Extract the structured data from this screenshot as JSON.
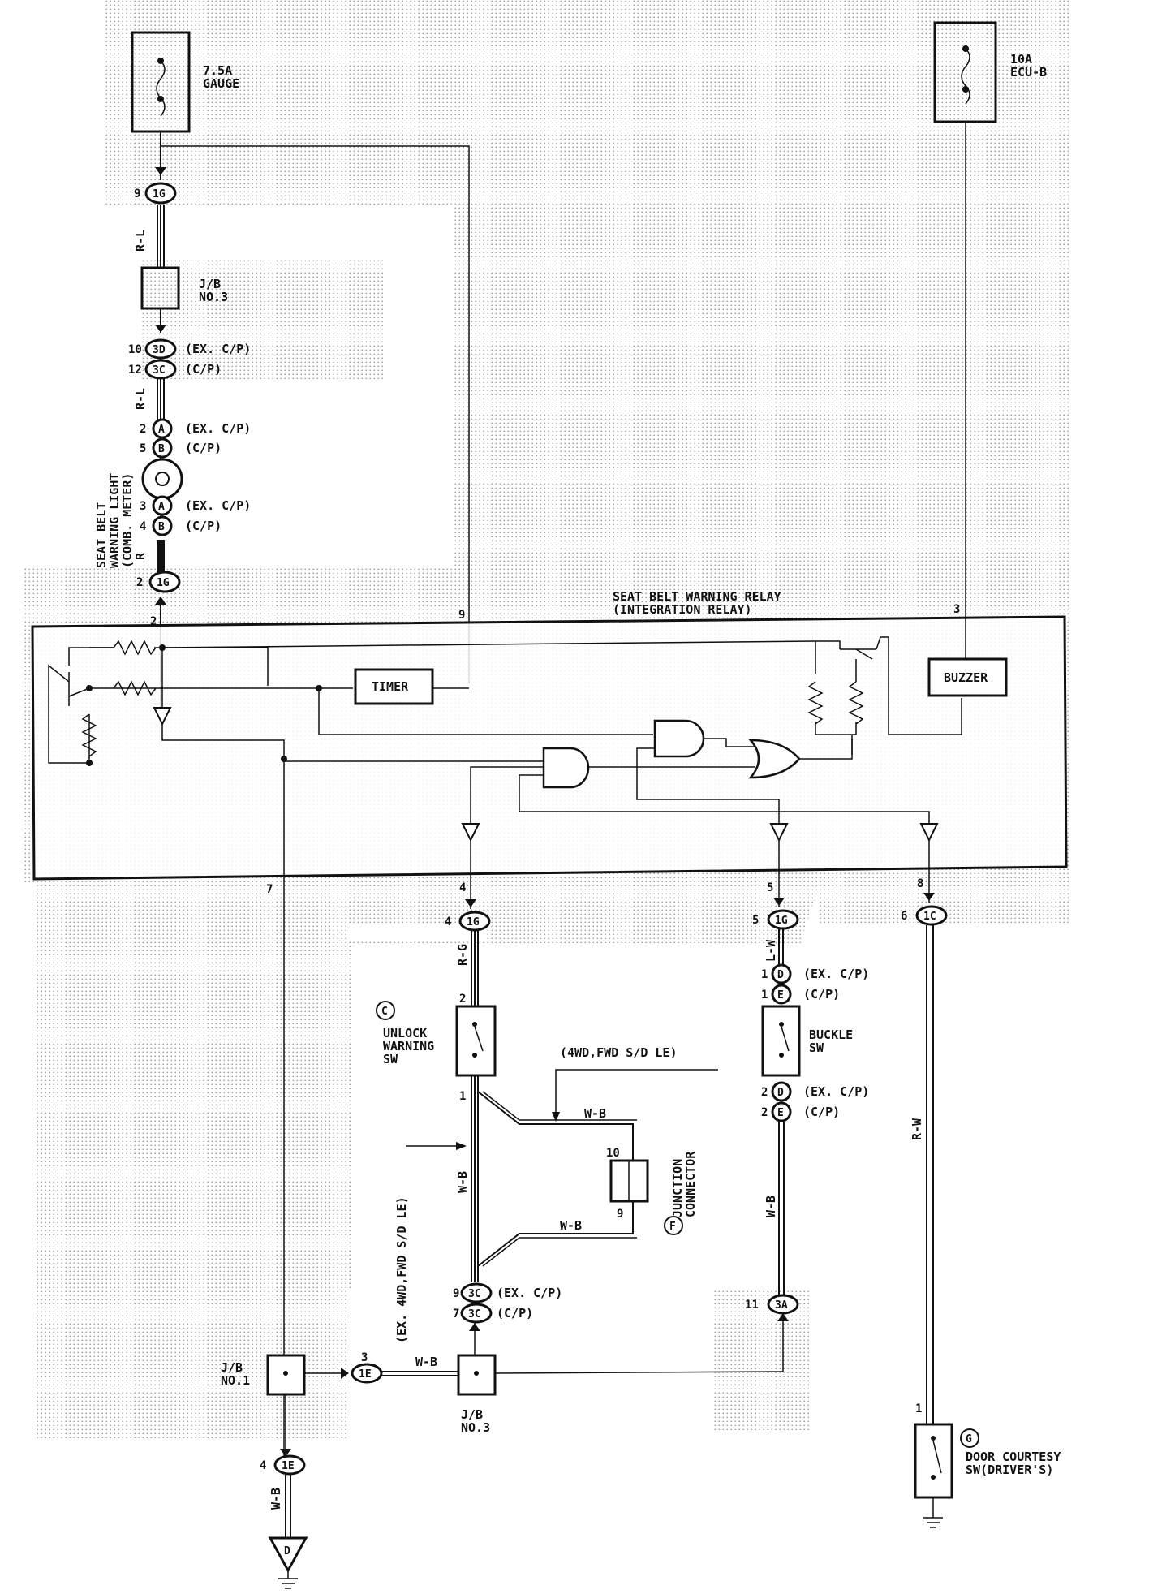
{
  "fuses": {
    "left": {
      "amp": "7.5A",
      "name": "GAUGE"
    },
    "right": {
      "amp": "10A",
      "name": "ECU-B"
    }
  },
  "relay": {
    "title": "SEAT BELT WARNING RELAY",
    "subtitle": "(INTEGRATION RELAY)",
    "timer": "TIMER",
    "buzzer": "BUZZER",
    "pins": {
      "p2": "2",
      "p9": "9",
      "p3": "3",
      "p4": "4",
      "p5": "5",
      "p7": "7",
      "p8": "8"
    }
  },
  "connectors": {
    "c1g_top": {
      "pin": "9",
      "code": "1G"
    },
    "jb3_top": "J/B\nNO.3",
    "c3d": {
      "pin": "10",
      "code": "3D",
      "note": "(EX. C/P)"
    },
    "c3c": {
      "pin": "12",
      "code": "3C",
      "note": "(C/P)"
    },
    "meter_a_top": {
      "pin": "2",
      "code": "A",
      "note": "(EX. C/P)"
    },
    "meter_b_top": {
      "pin": "5",
      "code": "B",
      "note": "(C/P)"
    },
    "meter_a_bot": {
      "pin": "3",
      "code": "A",
      "note": "(EX. C/P)"
    },
    "meter_b_bot": {
      "pin": "4",
      "code": "B",
      "note": "(C/P)"
    },
    "c1g_mid": {
      "pin": "2",
      "code": "1G"
    },
    "c1g_unlock": {
      "pin": "4",
      "code": "1G"
    },
    "c1g_buckle": {
      "pin": "5",
      "code": "1G"
    },
    "c1c": {
      "pin": "6",
      "code": "1C"
    },
    "buckle_d_top": {
      "pin": "1",
      "code": "D",
      "note": "(EX. C/P)"
    },
    "buckle_e_top": {
      "pin": "1",
      "code": "E",
      "note": "(C/P)"
    },
    "buckle_d_bot": {
      "pin": "2",
      "code": "D",
      "note": "(EX. C/P)"
    },
    "buckle_e_bot": {
      "pin": "2",
      "code": "E",
      "note": "(C/P)"
    },
    "c3c_ex": {
      "pin": "9",
      "code": "3C",
      "note": "(EX. C/P)"
    },
    "c3c_cp": {
      "pin": "7",
      "code": "3C",
      "note": "(C/P)"
    },
    "c3a": {
      "pin": "11",
      "code": "3A"
    },
    "c1e_jb1": {
      "pin": "3",
      "code": "1E"
    },
    "c1e_bot": {
      "pin": "4",
      "code": "1E"
    }
  },
  "components": {
    "warning_light": "SEAT BELT\nWARNING LIGHT\n(COMB. METER)",
    "unlock_sw": {
      "mark": "C",
      "name": "UNLOCK\nWARNING\nSW",
      "pin_top": "2",
      "pin_bot": "1"
    },
    "buckle_sw": {
      "name": "BUCKLE\nSW"
    },
    "junction": {
      "mark": "F",
      "name": "JUNCTION\nCONNECTOR",
      "pin_top": "10",
      "pin_bot": "9"
    },
    "door_sw": {
      "mark": "G",
      "name": "DOOR COURTESY\nSW(DRIVER'S)",
      "pin": "1"
    },
    "jb1": "J/B\nNO.1",
    "jb3_bot": "J/B\nNO.3",
    "ground": "D"
  },
  "wires": {
    "rl_top": "R-L",
    "rl_mid": "R-L",
    "r": "R",
    "rg": "R-G",
    "lw": "L-W",
    "rw": "R-W",
    "wb_unlock": "W-B",
    "wb_buckle": "W-B",
    "wb_jb": "W-B",
    "wb_bot": "W-B",
    "wb_j1": "W-B",
    "wb_j2": "W-B"
  },
  "notes": {
    "n4wd": "(4WD,FWD S/D LE)",
    "nex4wd": "(EX. 4WD,FWD S/D LE)"
  }
}
